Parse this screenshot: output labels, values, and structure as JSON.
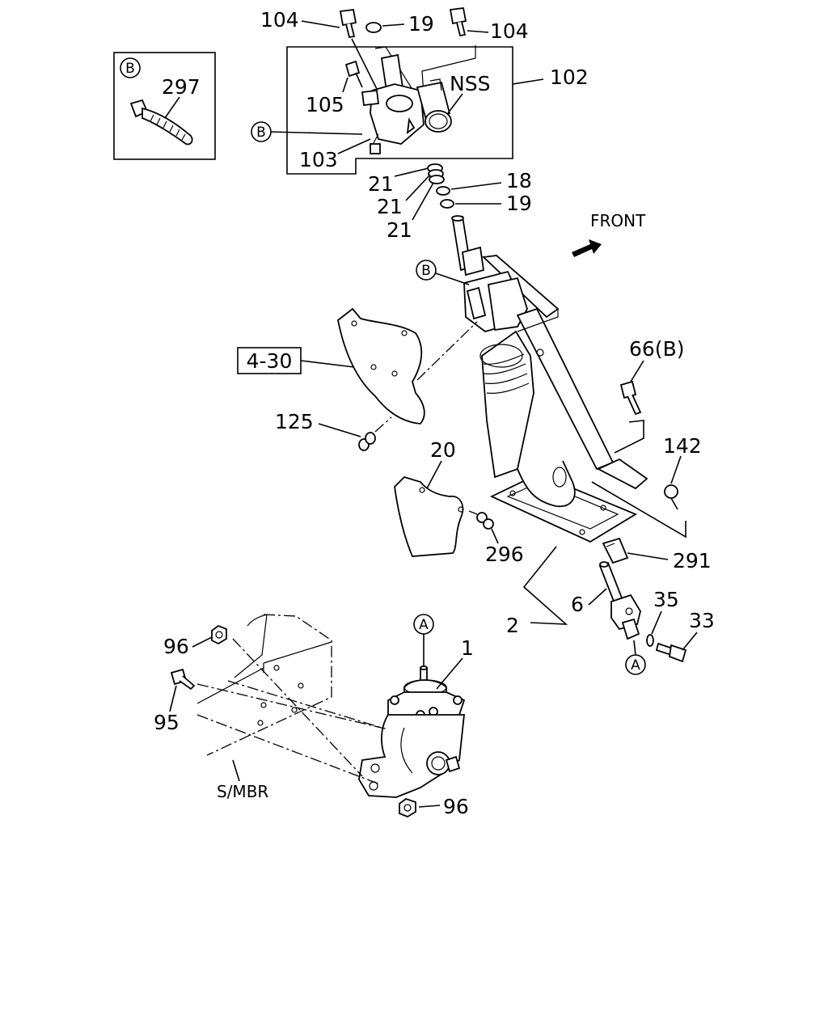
{
  "labels": {
    "l104a": "104",
    "l19a": "19",
    "l104b": "104",
    "l102": "102",
    "lNSS": "NSS",
    "l105": "105",
    "l103": "103",
    "l297": "297",
    "l21a": "21",
    "l21b": "21",
    "l21c": "21",
    "l18": "18",
    "l19b": "19",
    "lfront": "FRONT",
    "l430": "4-30",
    "l125": "125",
    "l66": "66(B)",
    "l142": "142",
    "l20": "20",
    "l296": "296",
    "l291": "291",
    "l35": "35",
    "l33": "33",
    "l6": "6",
    "l2": "2",
    "l1": "1",
    "l96a": "96",
    "l95": "95",
    "l96b": "96",
    "lsmbr": "S/MBR"
  },
  "callouts": {
    "b_inset": "B",
    "b_main": "B",
    "b_shaft": "B",
    "a_top": "A",
    "a_bottom": "A"
  }
}
